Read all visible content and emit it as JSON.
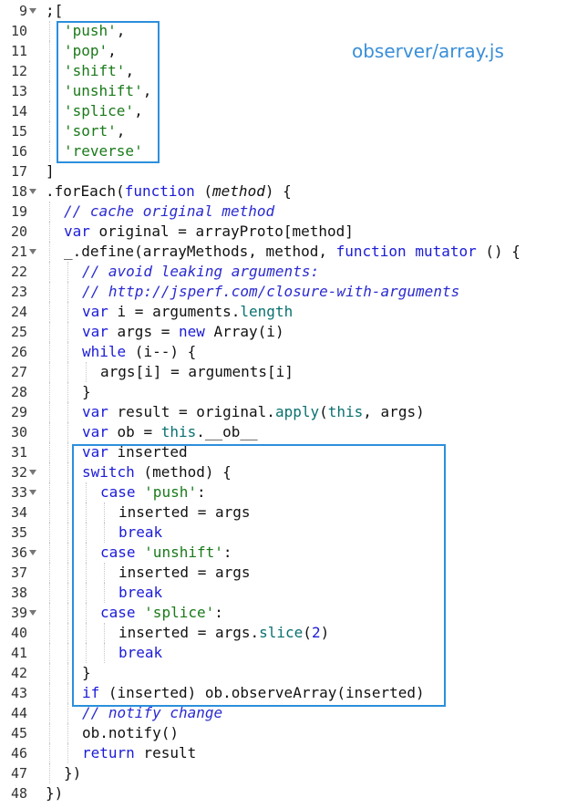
{
  "file_label": "observer/array.js",
  "lines": [
    {
      "n": "9",
      "fold": true,
      "indent": 0,
      "tokens": [
        {
          "t": ";[",
          "c": "plain"
        }
      ]
    },
    {
      "n": "10",
      "fold": false,
      "indent": 1,
      "tokens": [
        {
          "t": "'push'",
          "c": "str"
        },
        {
          "t": ",",
          "c": "plain"
        }
      ]
    },
    {
      "n": "11",
      "fold": false,
      "indent": 1,
      "tokens": [
        {
          "t": "'pop'",
          "c": "str"
        },
        {
          "t": ",",
          "c": "plain"
        }
      ]
    },
    {
      "n": "12",
      "fold": false,
      "indent": 1,
      "tokens": [
        {
          "t": "'shift'",
          "c": "str"
        },
        {
          "t": ",",
          "c": "plain"
        }
      ]
    },
    {
      "n": "13",
      "fold": false,
      "indent": 1,
      "tokens": [
        {
          "t": "'unshift'",
          "c": "str"
        },
        {
          "t": ",",
          "c": "plain"
        }
      ]
    },
    {
      "n": "14",
      "fold": false,
      "indent": 1,
      "tokens": [
        {
          "t": "'splice'",
          "c": "str"
        },
        {
          "t": ",",
          "c": "plain"
        }
      ]
    },
    {
      "n": "15",
      "fold": false,
      "indent": 1,
      "tokens": [
        {
          "t": "'sort'",
          "c": "str"
        },
        {
          "t": ",",
          "c": "plain"
        }
      ]
    },
    {
      "n": "16",
      "fold": false,
      "indent": 1,
      "tokens": [
        {
          "t": "'reverse'",
          "c": "str"
        }
      ]
    },
    {
      "n": "17",
      "fold": false,
      "indent": 0,
      "tokens": [
        {
          "t": "]",
          "c": "plain"
        }
      ]
    },
    {
      "n": "18",
      "fold": true,
      "indent": 0,
      "tokens": [
        {
          "t": ".forEach(",
          "c": "plain"
        },
        {
          "t": "function",
          "c": "kw"
        },
        {
          "t": " (",
          "c": "plain"
        },
        {
          "t": "method",
          "c": "plain",
          "i": true
        },
        {
          "t": ") {",
          "c": "plain"
        }
      ]
    },
    {
      "n": "19",
      "fold": false,
      "indent": 1,
      "tokens": [
        {
          "t": "// cache original method",
          "c": "cmt"
        }
      ]
    },
    {
      "n": "20",
      "fold": false,
      "indent": 1,
      "tokens": [
        {
          "t": "var",
          "c": "kw"
        },
        {
          "t": " original = arrayProto[method]",
          "c": "plain"
        }
      ]
    },
    {
      "n": "21",
      "fold": true,
      "indent": 1,
      "tokens": [
        {
          "t": "_.define(arrayMethods, method, ",
          "c": "plain"
        },
        {
          "t": "function",
          "c": "kw"
        },
        {
          "t": " ",
          "c": "plain"
        },
        {
          "t": "mutator",
          "c": "kw"
        },
        {
          "t": " () {",
          "c": "plain"
        }
      ]
    },
    {
      "n": "22",
      "fold": false,
      "indent": 2,
      "tokens": [
        {
          "t": "// avoid leaking arguments:",
          "c": "cmt"
        }
      ]
    },
    {
      "n": "23",
      "fold": false,
      "indent": 2,
      "tokens": [
        {
          "t": "// http://jsperf.com/closure-with-arguments",
          "c": "cmt"
        }
      ]
    },
    {
      "n": "24",
      "fold": false,
      "indent": 2,
      "tokens": [
        {
          "t": "var",
          "c": "kw"
        },
        {
          "t": " i = arguments.",
          "c": "plain"
        },
        {
          "t": "length",
          "c": "prop"
        }
      ]
    },
    {
      "n": "25",
      "fold": false,
      "indent": 2,
      "tokens": [
        {
          "t": "var",
          "c": "kw"
        },
        {
          "t": " args = ",
          "c": "plain"
        },
        {
          "t": "new",
          "c": "kw"
        },
        {
          "t": " Array(i)",
          "c": "plain"
        }
      ]
    },
    {
      "n": "26",
      "fold": false,
      "indent": 2,
      "tokens": [
        {
          "t": "while",
          "c": "kw"
        },
        {
          "t": " (i--) {",
          "c": "plain"
        }
      ]
    },
    {
      "n": "27",
      "fold": false,
      "indent": 3,
      "tokens": [
        {
          "t": "args[i] = arguments[i]",
          "c": "plain"
        }
      ]
    },
    {
      "n": "28",
      "fold": false,
      "indent": 2,
      "tokens": [
        {
          "t": "}",
          "c": "plain"
        }
      ]
    },
    {
      "n": "29",
      "fold": false,
      "indent": 2,
      "tokens": [
        {
          "t": "var",
          "c": "kw"
        },
        {
          "t": " result = original.",
          "c": "plain"
        },
        {
          "t": "apply",
          "c": "prop"
        },
        {
          "t": "(",
          "c": "plain"
        },
        {
          "t": "this",
          "c": "prop"
        },
        {
          "t": ", args)",
          "c": "plain"
        }
      ]
    },
    {
      "n": "30",
      "fold": false,
      "indent": 2,
      "tokens": [
        {
          "t": "var",
          "c": "kw"
        },
        {
          "t": " ob = ",
          "c": "plain"
        },
        {
          "t": "this",
          "c": "prop"
        },
        {
          "t": ".__ob__",
          "c": "plain"
        }
      ]
    },
    {
      "n": "31",
      "fold": false,
      "indent": 2,
      "tokens": [
        {
          "t": "var",
          "c": "kw"
        },
        {
          "t": " inserted",
          "c": "plain"
        }
      ]
    },
    {
      "n": "32",
      "fold": true,
      "indent": 2,
      "tokens": [
        {
          "t": "switch",
          "c": "kw"
        },
        {
          "t": " (method) {",
          "c": "plain"
        }
      ]
    },
    {
      "n": "33",
      "fold": true,
      "indent": 3,
      "tokens": [
        {
          "t": "case",
          "c": "kw"
        },
        {
          "t": " ",
          "c": "plain"
        },
        {
          "t": "'push'",
          "c": "str"
        },
        {
          "t": ":",
          "c": "plain"
        }
      ]
    },
    {
      "n": "34",
      "fold": false,
      "indent": 4,
      "tokens": [
        {
          "t": "inserted = args",
          "c": "plain"
        }
      ]
    },
    {
      "n": "35",
      "fold": false,
      "indent": 4,
      "tokens": [
        {
          "t": "break",
          "c": "kw"
        }
      ]
    },
    {
      "n": "36",
      "fold": true,
      "indent": 3,
      "tokens": [
        {
          "t": "case",
          "c": "kw"
        },
        {
          "t": " ",
          "c": "plain"
        },
        {
          "t": "'unshift'",
          "c": "str"
        },
        {
          "t": ":",
          "c": "plain"
        }
      ]
    },
    {
      "n": "37",
      "fold": false,
      "indent": 4,
      "tokens": [
        {
          "t": "inserted = args",
          "c": "plain"
        }
      ]
    },
    {
      "n": "38",
      "fold": false,
      "indent": 4,
      "tokens": [
        {
          "t": "break",
          "c": "kw"
        }
      ]
    },
    {
      "n": "39",
      "fold": true,
      "indent": 3,
      "tokens": [
        {
          "t": "case",
          "c": "kw"
        },
        {
          "t": " ",
          "c": "plain"
        },
        {
          "t": "'splice'",
          "c": "str"
        },
        {
          "t": ":",
          "c": "plain"
        }
      ]
    },
    {
      "n": "40",
      "fold": false,
      "indent": 4,
      "tokens": [
        {
          "t": "inserted = args.",
          "c": "plain"
        },
        {
          "t": "slice",
          "c": "prop"
        },
        {
          "t": "(",
          "c": "plain"
        },
        {
          "t": "2",
          "c": "num"
        },
        {
          "t": ")",
          "c": "plain"
        }
      ]
    },
    {
      "n": "41",
      "fold": false,
      "indent": 4,
      "tokens": [
        {
          "t": "break",
          "c": "kw"
        }
      ]
    },
    {
      "n": "42",
      "fold": false,
      "indent": 2,
      "tokens": [
        {
          "t": "}",
          "c": "plain"
        }
      ]
    },
    {
      "n": "43",
      "fold": false,
      "indent": 2,
      "tokens": [
        {
          "t": "if",
          "c": "kw"
        },
        {
          "t": " (inserted) ob.observeArray(inserted)",
          "c": "plain"
        }
      ]
    },
    {
      "n": "44",
      "fold": false,
      "indent": 2,
      "tokens": [
        {
          "t": "// notify change",
          "c": "cmt"
        }
      ]
    },
    {
      "n": "45",
      "fold": false,
      "indent": 2,
      "tokens": [
        {
          "t": "ob.notify()",
          "c": "plain"
        }
      ]
    },
    {
      "n": "46",
      "fold": false,
      "indent": 2,
      "tokens": [
        {
          "t": "return",
          "c": "kw"
        },
        {
          "t": " result",
          "c": "plain"
        }
      ]
    },
    {
      "n": "47",
      "fold": false,
      "indent": 1,
      "tokens": [
        {
          "t": "})",
          "c": "plain"
        }
      ]
    },
    {
      "n": "48",
      "fold": false,
      "indent": 0,
      "tokens": [
        {
          "t": "})",
          "c": "plain"
        }
      ]
    }
  ]
}
